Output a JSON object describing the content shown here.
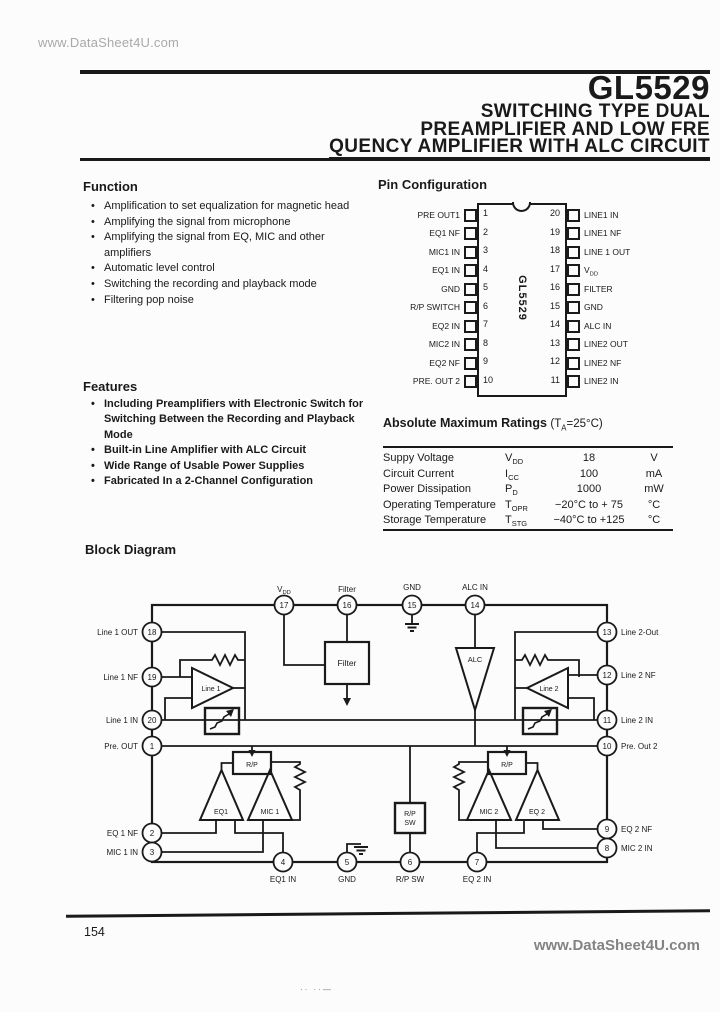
{
  "watermarks": {
    "top": "www.DataSheet4U.com",
    "bottom": "www.DataSheet4U.com"
  },
  "page_number": "154",
  "footer_marks": "·· ··—",
  "header": {
    "part_number": "GL5529",
    "title_lines": [
      "SWITCHING TYPE DUAL",
      "PREAMPLIFIER AND LOW FRE",
      "QUENCY AMPLIFIER WITH ALC CIRCUIT"
    ]
  },
  "function_section": {
    "heading": "Function",
    "items": [
      "Amplification to set equalization for magnetic head",
      "Amplifying the signal from microphone",
      "Amplifying the signal from EQ, MIC and other amplifiers",
      "Automatic level control",
      "Switching the recording and playback mode",
      "Filtering pop noise"
    ]
  },
  "features_section": {
    "heading": "Features",
    "items": [
      "Including Preamplifiers with Electronic Switch for Switching Between the Recording and Playback Mode",
      "Built-in Line Amplifier with ALC Circuit",
      "Wide Range of Usable Power Supplies",
      "Fabricated In a 2-Channel Configuration"
    ]
  },
  "pin_configuration": {
    "heading": "Pin Configuration",
    "chip_label": "GL5529",
    "left_pins": [
      {
        "num": "1",
        "label": "PRE OUT1"
      },
      {
        "num": "2",
        "label": "EQ1 NF"
      },
      {
        "num": "3",
        "label": "MIC1 IN"
      },
      {
        "num": "4",
        "label": "EQ1 IN"
      },
      {
        "num": "5",
        "label": "GND"
      },
      {
        "num": "6",
        "label": "R/P SWITCH"
      },
      {
        "num": "7",
        "label": "EQ2 IN"
      },
      {
        "num": "8",
        "label": "MIC2 IN"
      },
      {
        "num": "9",
        "label": "EQ2 NF"
      },
      {
        "num": "10",
        "label": "PRE. OUT 2"
      }
    ],
    "right_pins": [
      {
        "num": "20",
        "label": "LINE1 IN"
      },
      {
        "num": "19",
        "label": "LINE1 NF"
      },
      {
        "num": "18",
        "label": "LINE 1 OUT"
      },
      {
        "num": "17",
        "label": "V~DD~"
      },
      {
        "num": "16",
        "label": "FILTER"
      },
      {
        "num": "15",
        "label": "GND"
      },
      {
        "num": "14",
        "label": "ALC IN"
      },
      {
        "num": "13",
        "label": "LINE2 OUT"
      },
      {
        "num": "12",
        "label": "LINE2 NF"
      },
      {
        "num": "11",
        "label": "LINE2 IN"
      }
    ]
  },
  "ratings": {
    "heading": "Absolute Maximum Ratings",
    "condition": "(T~A~=25°C)",
    "rows": [
      {
        "parameter": "Suppy Voltage",
        "symbol": "V~DD~",
        "value": "18",
        "unit": "V"
      },
      {
        "parameter": "Circuit Current",
        "symbol": "I~CC~",
        "value": "100",
        "unit": "mA"
      },
      {
        "parameter": "Power Dissipation",
        "symbol": "P~D~",
        "value": "1000",
        "unit": "mW"
      },
      {
        "parameter": "Operating Temperature",
        "symbol": "T~OPR~",
        "value": "−20°C to + 75",
        "unit": "°C"
      },
      {
        "parameter": "Storage Temperature",
        "symbol": "T~STG~",
        "value": "−40°C to +125",
        "unit": "°C"
      }
    ]
  },
  "block_diagram": {
    "heading": "Block Diagram",
    "top_pins": [
      {
        "num": "17",
        "label": "V~DD~"
      },
      {
        "num": "16",
        "label": "Filter"
      },
      {
        "num": "15",
        "label": "GND"
      },
      {
        "num": "14",
        "label": "ALC IN"
      }
    ],
    "left_pins": [
      {
        "num": "18",
        "label": "Line 1 OUT"
      },
      {
        "num": "19",
        "label": "Line 1 NF"
      },
      {
        "num": "20",
        "label": "Line 1 IN"
      },
      {
        "num": "1",
        "label": "Pre. OUT"
      },
      {
        "num": "2",
        "label": "EQ 1 NF"
      },
      {
        "num": "3",
        "label": "MIC 1 IN"
      }
    ],
    "right_pins": [
      {
        "num": "13",
        "label": "Line 2-Out"
      },
      {
        "num": "12",
        "label": "Line 2 NF"
      },
      {
        "num": "11",
        "label": "Line 2 IN"
      },
      {
        "num": "10",
        "label": "Pre. Out 2"
      },
      {
        "num": "9",
        "label": "EQ 2 NF"
      },
      {
        "num": "8",
        "label": "MIC 2 IN"
      }
    ],
    "bottom_pins": [
      {
        "num": "4",
        "label": "EQ1 IN"
      },
      {
        "num": "5",
        "label": "GND"
      },
      {
        "num": "6",
        "label": "R/P SW"
      },
      {
        "num": "7",
        "label": "EQ 2 IN"
      }
    ],
    "blocks": {
      "filter": "Filter",
      "alc": "ALC",
      "line1": "Line 1",
      "line2": "Line 2",
      "eq1": "EQ1",
      "mic1": "MIC 1",
      "mic2": "MIC 2",
      "eq2": "EQ 2",
      "rp1": "R/P",
      "rp2": "R/P"
    },
    "rp_sw_lines": [
      "R/P",
      "SW"
    ]
  }
}
